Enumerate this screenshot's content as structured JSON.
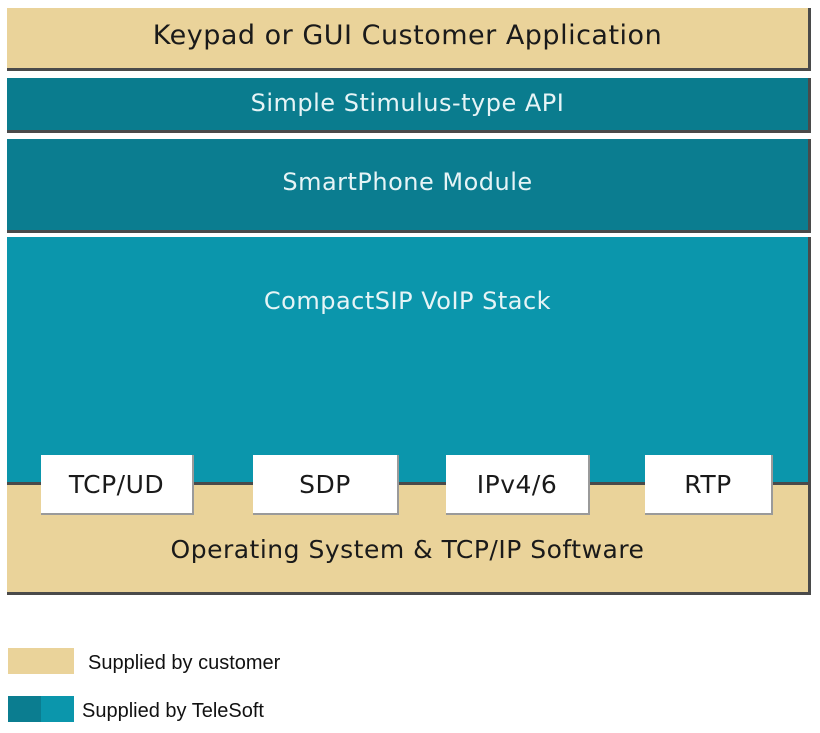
{
  "layers": {
    "app": "Keypad or GUI Customer Application",
    "api": "Simple Stimulus-type API",
    "module": "SmartPhone Module",
    "stack": "CompactSIP VoIP Stack",
    "os": "Operating System & TCP/IP Software"
  },
  "protocols": [
    "TCP/UD",
    "SDP",
    "IPv4/6",
    "RTP"
  ],
  "legend": [
    {
      "label": "Supplied by customer",
      "color": "#ead39a"
    },
    {
      "label": "Supplied by TeleSoft",
      "colors": [
        "#0b7d90",
        "#0b96ac"
      ]
    }
  ],
  "colors": {
    "customer": "#ead39a",
    "telesoft_dark": "#0a7c8e",
    "telesoft_light": "#0b96ac"
  }
}
